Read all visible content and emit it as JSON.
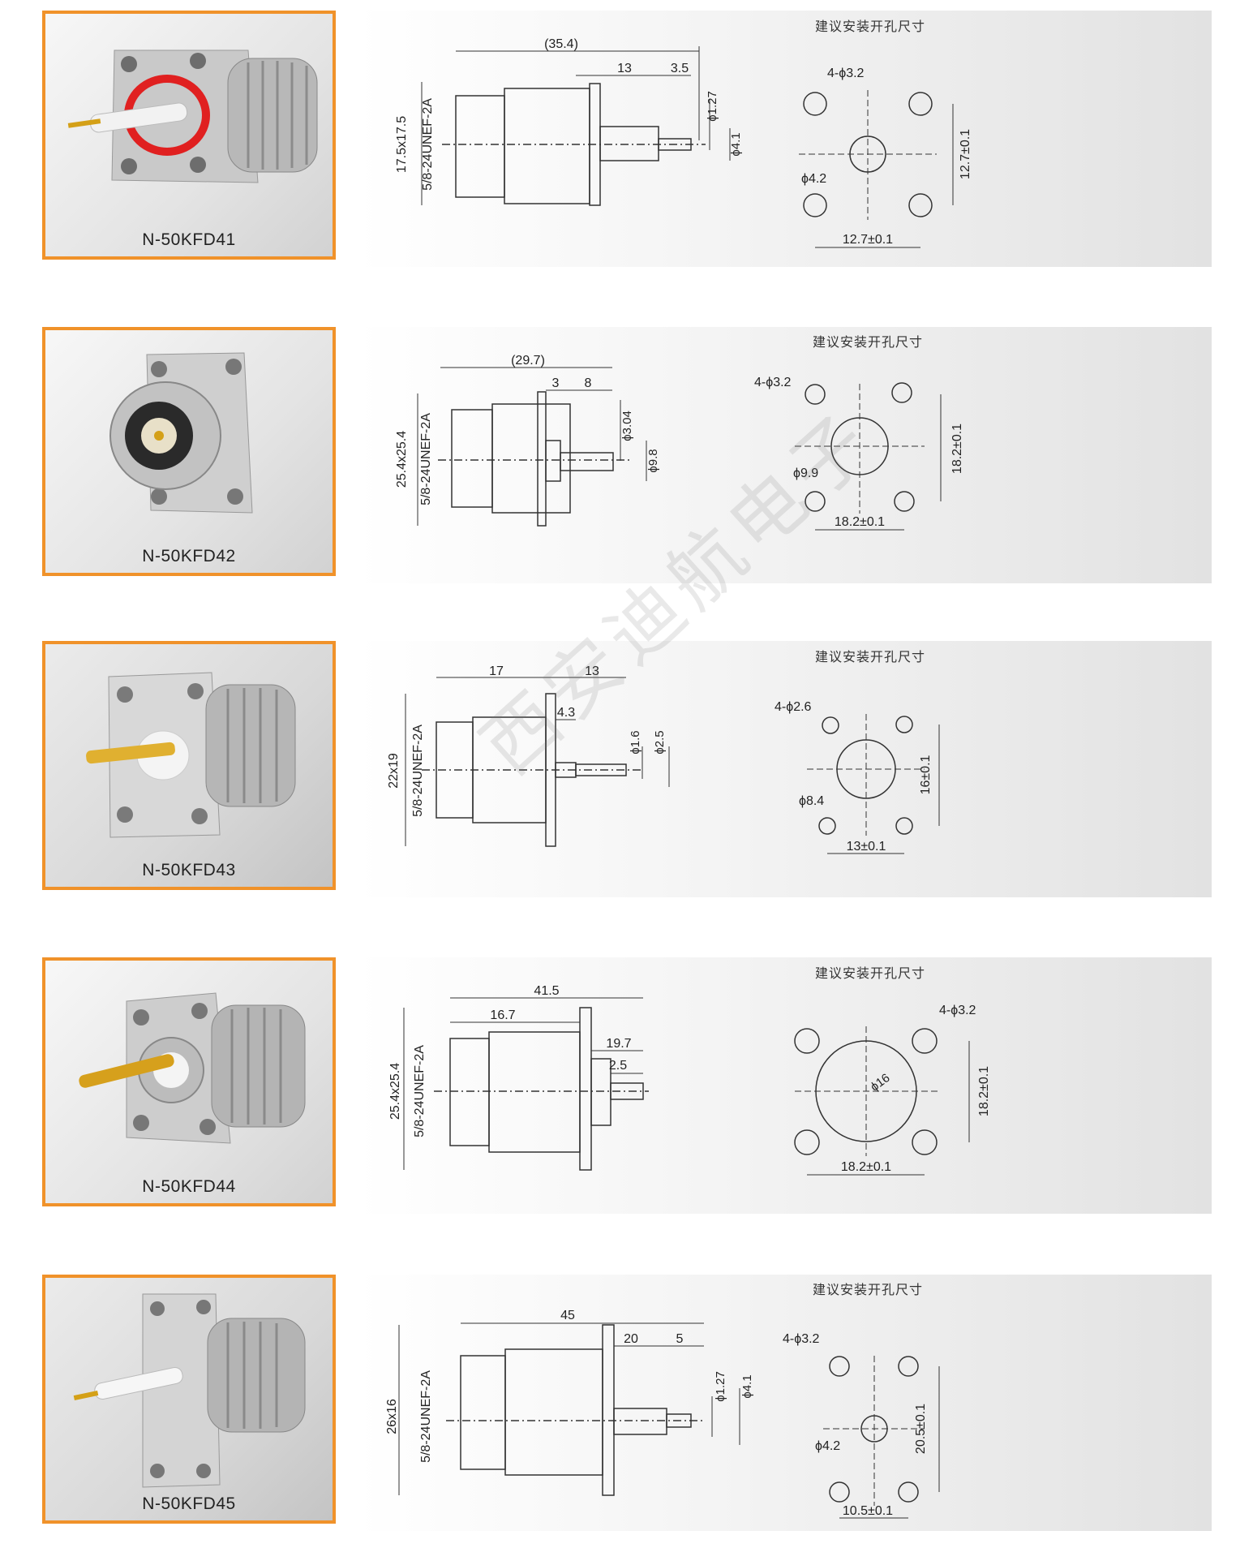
{
  "hole_section_title": "建议安装开孔尺寸",
  "watermark": "西安迪航电子",
  "products": [
    {
      "model": "N-50KFD41",
      "side": {
        "overall": "(35.4)",
        "d1": "13",
        "d2": "3.5",
        "flange": "17.5x17.5",
        "thread": "5/8-24UNEF-2A",
        "dia_a": "ϕ1.27",
        "dia_b": "ϕ4.1"
      },
      "hole": {
        "holes": "4-ϕ3.2",
        "center": "ϕ4.2",
        "v": "12.7±0.1",
        "h": "12.7±0.1"
      }
    },
    {
      "model": "N-50KFD42",
      "side": {
        "overall": "(29.7)",
        "d1": "3",
        "d2": "8",
        "flange": "25.4x25.4",
        "thread": "5/8-24UNEF-2A",
        "dia_a": "ϕ3.04",
        "dia_b": "ϕ9.8"
      },
      "hole": {
        "holes": "4-ϕ3.2",
        "center": "ϕ9.9",
        "v": "18.2±0.1",
        "h": "18.2±0.1"
      }
    },
    {
      "model": "N-50KFD43",
      "side": {
        "overall": "17",
        "d1": "13",
        "d2": "4.3",
        "flange": "22x19",
        "thread": "5/8-24UNEF-2A",
        "dia_a": "ϕ1.6",
        "dia_b": "ϕ2.5"
      },
      "hole": {
        "holes": "4-ϕ2.6",
        "center": "ϕ8.4",
        "v": "16±0.1",
        "h": "13±0.1"
      }
    },
    {
      "model": "N-50KFD44",
      "side": {
        "overall": "41.5",
        "d1": "16.7",
        "d2": "19.7",
        "d3": "2.5",
        "flange": "25.4x25.4",
        "thread": "5/8-24UNEF-2A"
      },
      "hole": {
        "holes": "4-ϕ3.2",
        "center": "ϕ16",
        "v": "18.2±0.1",
        "h": "18.2±0.1"
      }
    },
    {
      "model": "N-50KFD45",
      "side": {
        "overall": "45",
        "d1": "20",
        "d2": "5",
        "flange": "26x16",
        "thread": "5/8-24UNEF-2A",
        "dia_a": "ϕ1.27",
        "dia_b": "ϕ4.1"
      },
      "hole": {
        "holes": "4-ϕ3.2",
        "center": "ϕ4.2",
        "v": "20.5±0.1",
        "h": "10.5±0.1"
      }
    }
  ]
}
